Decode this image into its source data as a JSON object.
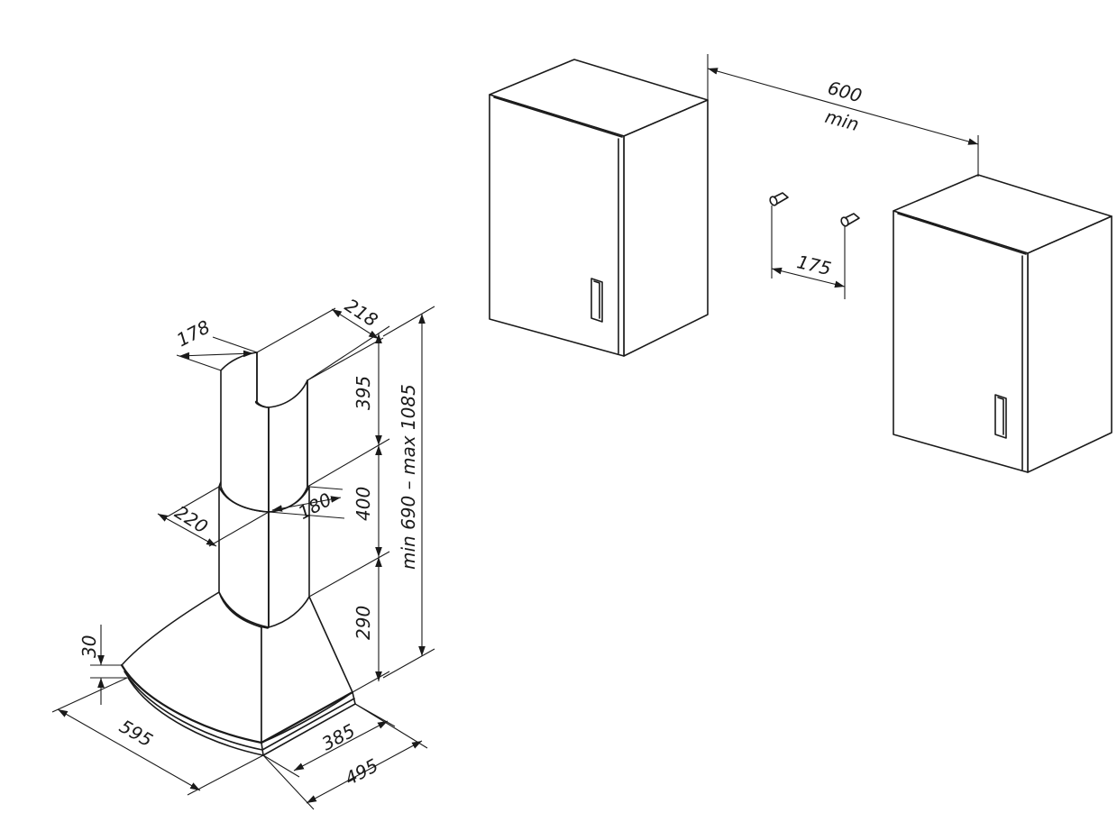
{
  "cabinet_spacing": {
    "value": "600",
    "note": "min"
  },
  "bolt_spacing": "175",
  "hood": {
    "duct_depth": "178",
    "duct_width": "218",
    "upper_duct_height": "395",
    "lower_duct_width": "220",
    "lower_duct_depth": "180",
    "lower_duct_height": "400",
    "canopy_height": "290",
    "total_height": "min 690 – max 1085",
    "rim_height": "30",
    "canopy_width": "595",
    "base_depth": "385",
    "canopy_depth": "495"
  }
}
